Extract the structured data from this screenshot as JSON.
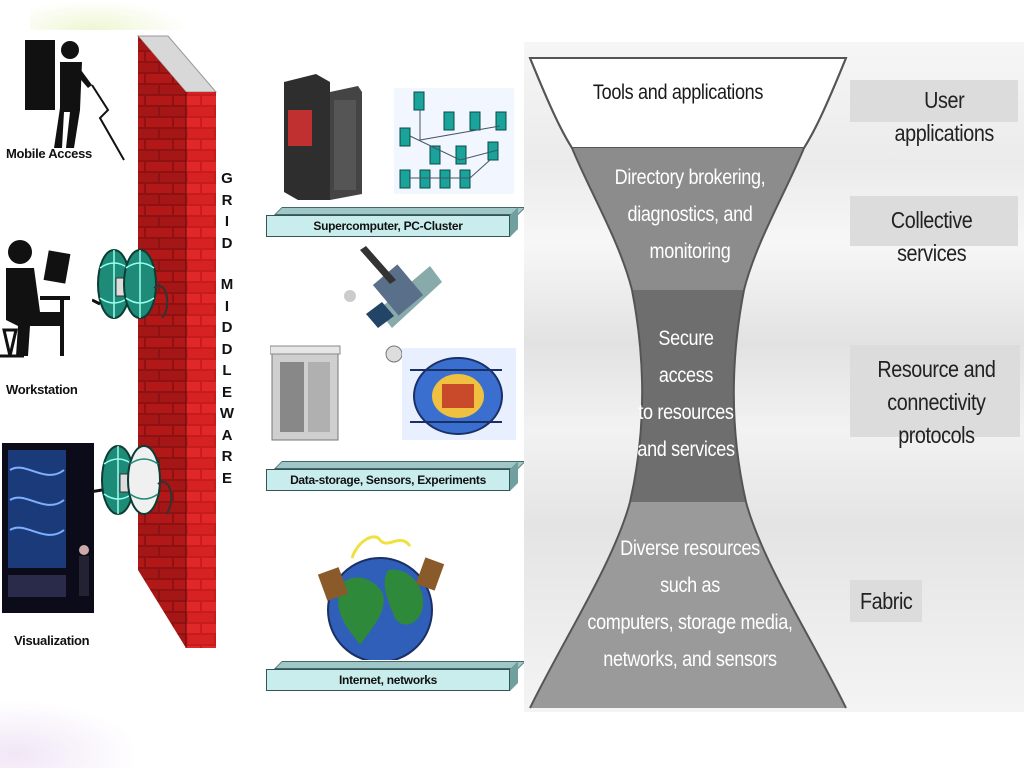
{
  "left": {
    "clients": [
      {
        "label": "Mobile Access",
        "icon": "mobile-user-icon"
      },
      {
        "label": "Workstation",
        "icon": "workstation-user-icon"
      },
      {
        "label": "Visualization",
        "icon": "visualization-wall-icon"
      }
    ],
    "wall_letters_top": [
      "G",
      "R",
      "I",
      "D"
    ],
    "wall_letters_bottom": [
      "M",
      "I",
      "D",
      "D",
      "L",
      "E",
      "W",
      "A",
      "R",
      "E"
    ]
  },
  "middle": {
    "shelves": [
      {
        "label": "Supercomputer, PC-Cluster"
      },
      {
        "label": "Data-storage,  Sensors, Experiments"
      },
      {
        "label": "Internet, networks"
      }
    ]
  },
  "hourglass": {
    "segments": [
      {
        "lines": [
          "Tools and applications"
        ],
        "color": "#ffffff"
      },
      {
        "lines": [
          "Directory brokering,",
          "diagnostics, and",
          "monitoring"
        ],
        "color": "#8c8c8c"
      },
      {
        "lines": [
          "Secure",
          "access",
          "to resources",
          "and services"
        ],
        "color": "#6e6e6e"
      },
      {
        "lines": [
          "Diverse resources",
          "such as",
          "computers, storage media,",
          "networks, and sensors"
        ],
        "color": "#9a9a9a"
      }
    ],
    "layers": [
      {
        "lines": [
          "User applications"
        ]
      },
      {
        "lines": [
          "Collective services"
        ]
      },
      {
        "lines": [
          "Resource and",
          "connectivity protocols"
        ]
      },
      {
        "lines": [
          "Fabric"
        ]
      }
    ]
  },
  "colors": {
    "brick": "#d42020",
    "mortar": "#ffffff",
    "shelf": "#c9ecec",
    "sky_green": "#e8f3c8"
  }
}
